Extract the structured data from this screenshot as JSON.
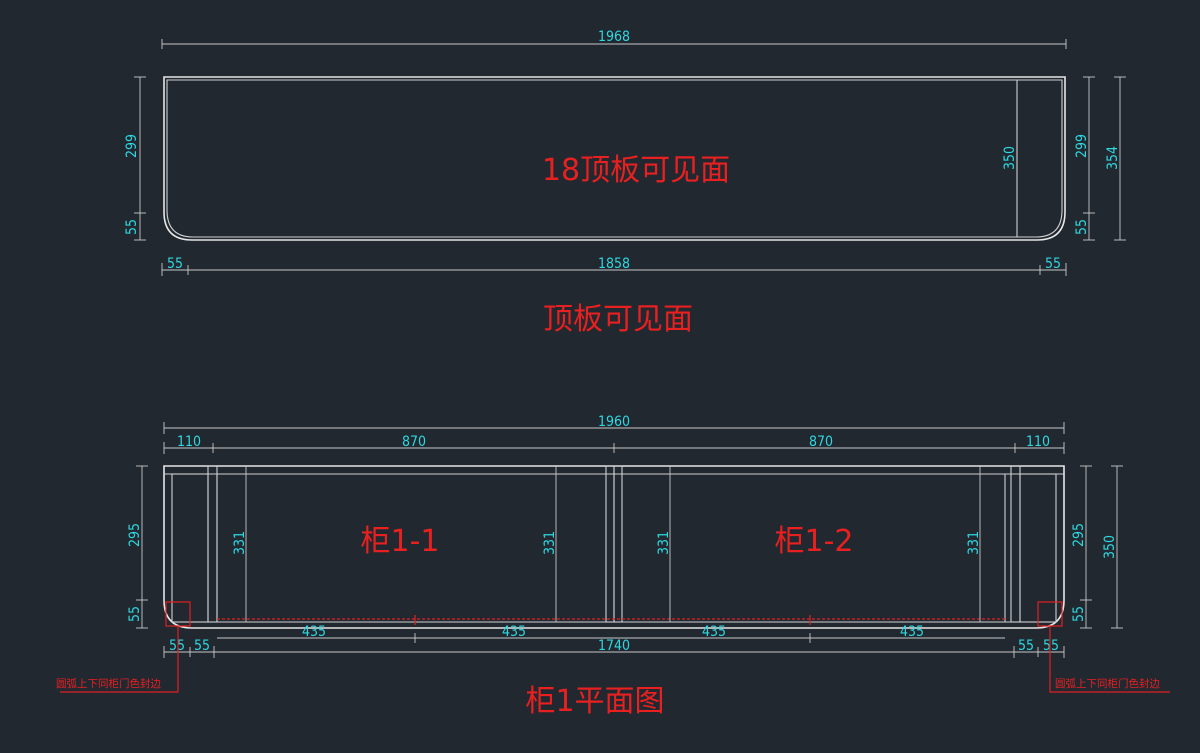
{
  "top_panel": {
    "label": "18顶板可见面",
    "caption": "顶板可见面",
    "dims": {
      "width_total": "1968",
      "left_height_main": "299",
      "left_height_corner": "55",
      "inner_height": "350",
      "right_height_main": "299",
      "right_height_corner": "55",
      "overall_height": "354",
      "bottom_left": "55",
      "bottom_mid": "1858",
      "bottom_right": "55"
    }
  },
  "cabinet_plan": {
    "label_left": "柜1-1",
    "label_right": "柜1-2",
    "caption": "柜1平面图",
    "note_left": "圆弧上下同柜门色封边",
    "note_right": "圆弧上下同柜门色封边",
    "dims": {
      "total": "1960",
      "seg1": "110",
      "seg2": "870",
      "seg3": "870",
      "seg4": "110",
      "left_h_main": "295",
      "left_h_corner": "55",
      "inner_h1": "331",
      "inner_h2": "331",
      "inner_h3": "331",
      "inner_h4": "331",
      "right_h_main": "295",
      "right_h_corner": "55",
      "overall_h": "350",
      "door1": "435",
      "door2": "435",
      "door3": "435",
      "door4": "435",
      "bottom_total": "1740",
      "bl1": "55",
      "bl2": "55",
      "br1": "55",
      "br2": "55"
    }
  }
}
